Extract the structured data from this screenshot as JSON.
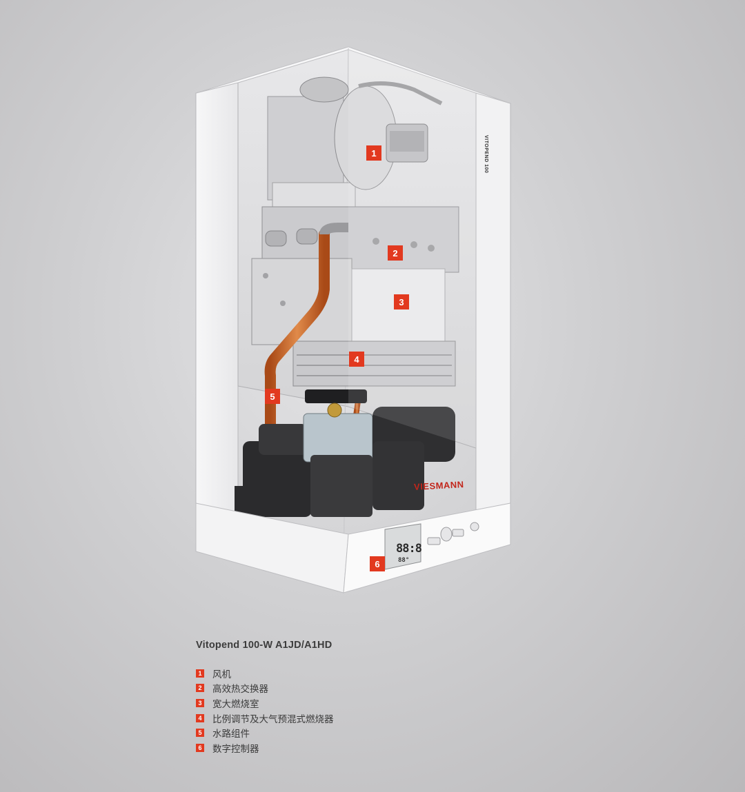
{
  "product": {
    "title": "Vitopend 100-W A1JD/A1HD",
    "brand_logo": "VIESMANN",
    "side_label": "VITOPEND 100"
  },
  "display": {
    "main": "88:8",
    "sub": "88°"
  },
  "components": [
    {
      "num": "1",
      "label": "风机"
    },
    {
      "num": "2",
      "label": "高效热交换器"
    },
    {
      "num": "3",
      "label": "宽大燃烧室"
    },
    {
      "num": "4",
      "label": "比例调节及大气预混式燃烧器"
    },
    {
      "num": "5",
      "label": "水路组件"
    },
    {
      "num": "6",
      "label": "数字控制器"
    }
  ],
  "colors": {
    "accent": "#e2391f",
    "copper": "#c9662a",
    "casing": "#f4f4f5"
  }
}
